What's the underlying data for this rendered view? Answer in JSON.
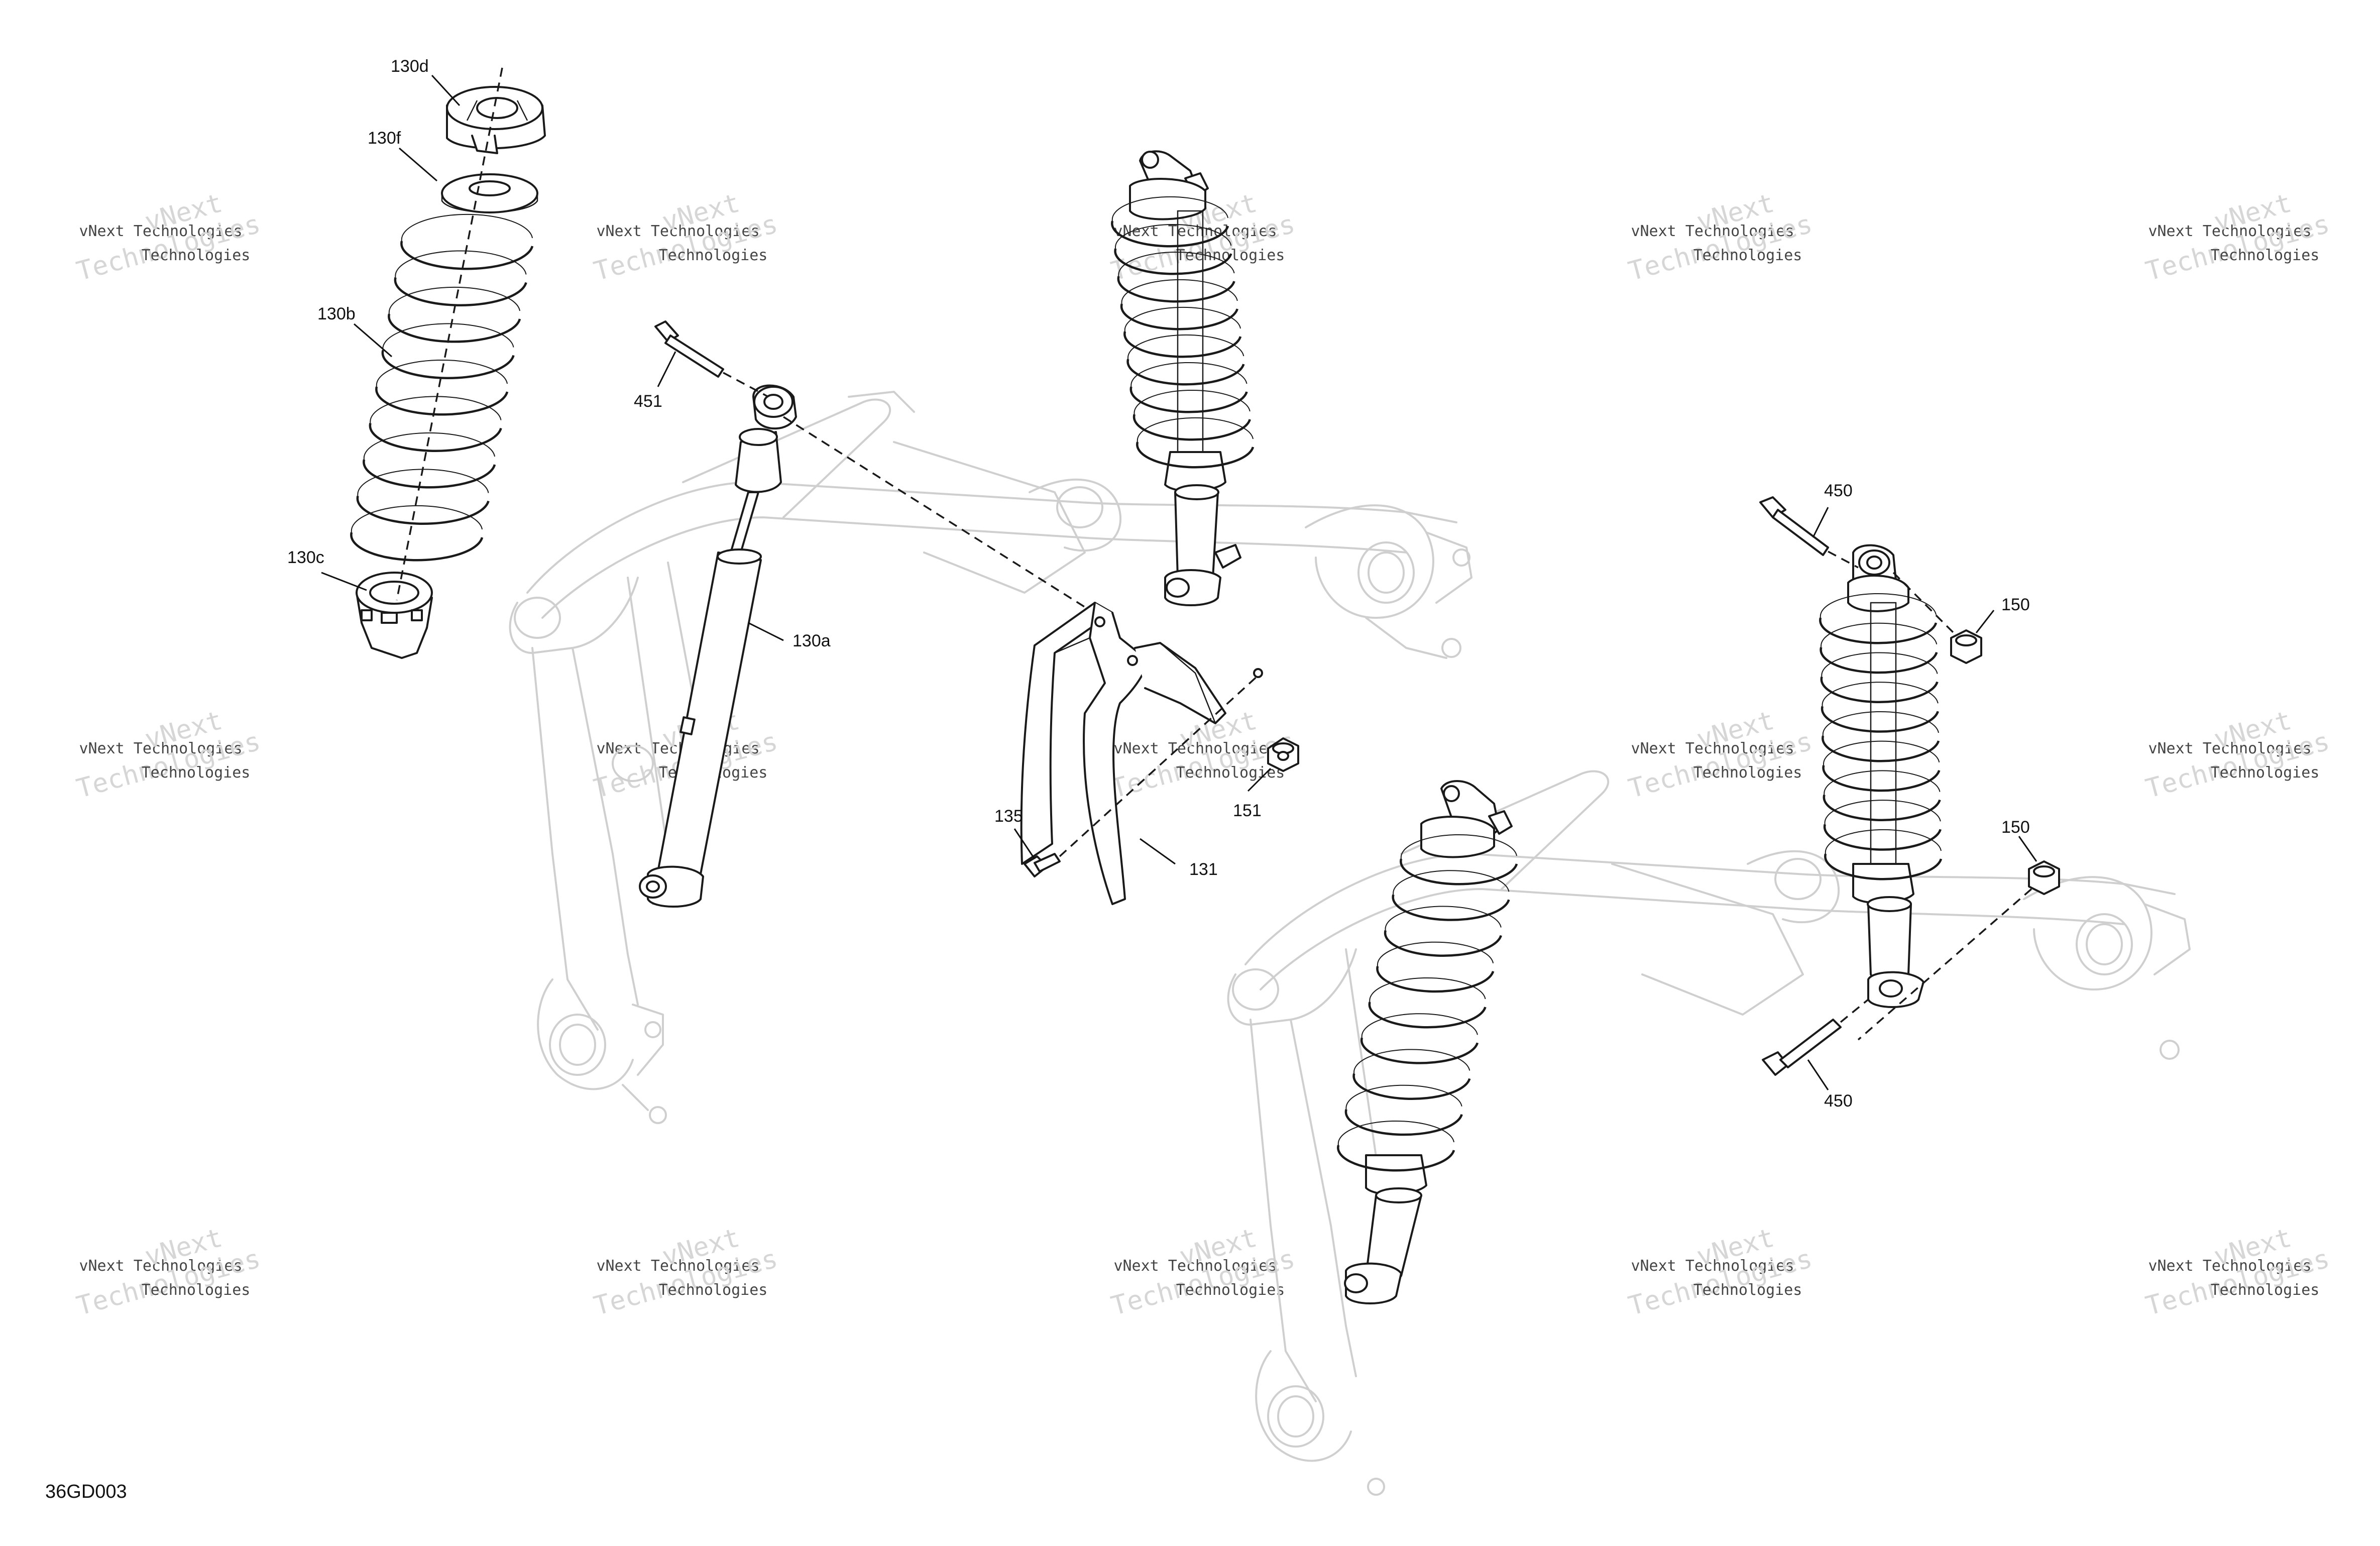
{
  "diagram": {
    "figure_id": "36GD003",
    "callouts": {
      "c130d": "130d",
      "c130f": "130f",
      "c130b": "130b",
      "c130c": "130c",
      "c130a": "130a",
      "c451": "451",
      "c135": "135",
      "c131": "131",
      "c151": "151",
      "c450_top": "450",
      "c150_top": "150",
      "c150_low": "150",
      "c450_low": "450"
    },
    "watermark": {
      "line1": "vNext Technologies",
      "line2": "vNext",
      "line3": "Technologies"
    }
  },
  "colors": {
    "line": "#1a1a1a",
    "ghost": "#cfcfcf",
    "watermark": "#c8c8c8",
    "background": "#ffffff"
  }
}
